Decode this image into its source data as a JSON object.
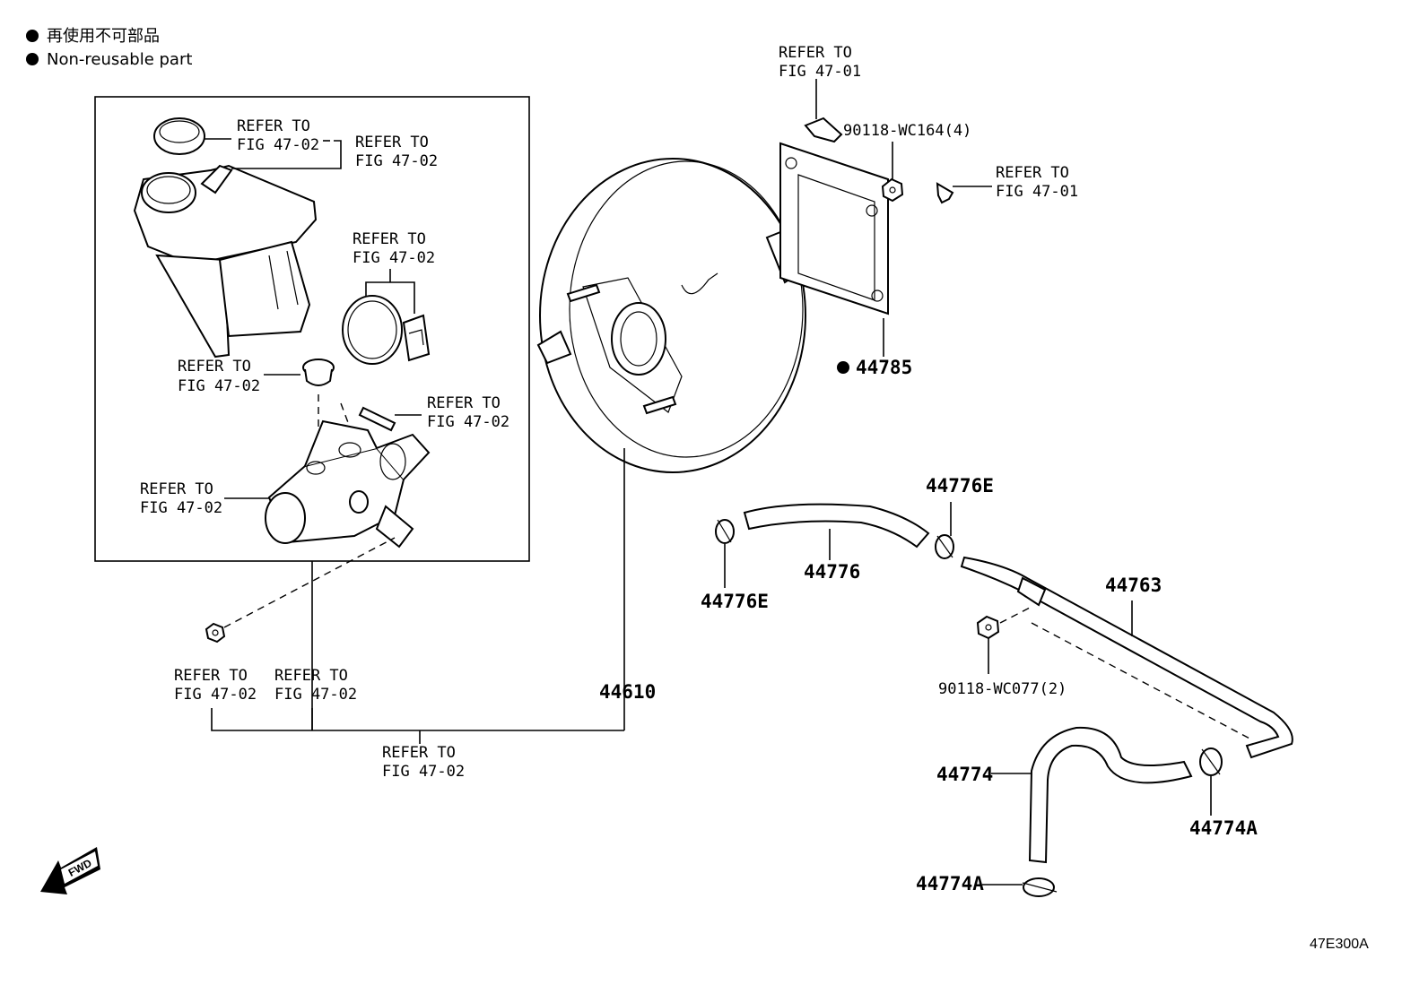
{
  "legend": {
    "japanese": "再使用不可部品",
    "english": "Non-reusable part"
  },
  "refer": {
    "line1": "REFER TO",
    "fig4702": "FIG 47-02",
    "fig4701": "FIG 47-01"
  },
  "parts": {
    "p44610": "44610",
    "p44785": "44785",
    "p44776": "44776",
    "p44776e_top": "44776E",
    "p44776e_left": "44776E",
    "p44763": "44763",
    "p44774": "44774",
    "p44774a_right": "44774A",
    "p44774a_bottom": "44774A",
    "bolt_wc164": "90118-WC164(4)",
    "bolt_wc077": "90118-WC077(2)"
  },
  "fwd": "FWD",
  "diagram_code": "47E300A"
}
